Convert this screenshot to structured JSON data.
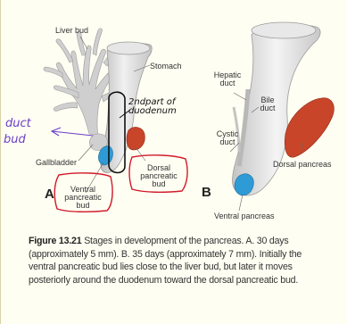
{
  "figure": {
    "labels": {
      "liver_bud": "Liver bud",
      "stomach": "Stomach",
      "gallbladder": "Gallbladder",
      "ventral_pancreatic_bud": "Ventral pancreatic bud",
      "dorsal_pancreatic_bud": "Dorsal pancreatic bud",
      "hepatic_duct": "Hepatic duct",
      "bile_duct": "Bile duct",
      "cystic_duct": "Cystic duct",
      "dorsal_pancreas": "Dorsal pancreas",
      "ventral_pancreas": "Ventral pancreas"
    },
    "panel_a": "A",
    "panel_b": "B",
    "annotations": {
      "duct": "duct",
      "bud": "bud",
      "second_part": "2ndpart of duodenum"
    },
    "colors": {
      "tissue": "#dcdcdc",
      "dorsal_bud": "#c8452a",
      "ventral_bud": "#2e9bd6",
      "annotation_red": "#d11a2a",
      "annotation_purple": "#6a3ec7"
    }
  },
  "caption": {
    "figure_label": "Figure 13.21",
    "text": "Stages in development of the pancreas. A. 30 days (approximately 5 mm). B. 35 days (approximately 7 mm). Initially the ventral pancreatic bud lies close to the liver bud, but later it moves posteriorly around the duodenum toward the dorsal pancreatic bud."
  }
}
